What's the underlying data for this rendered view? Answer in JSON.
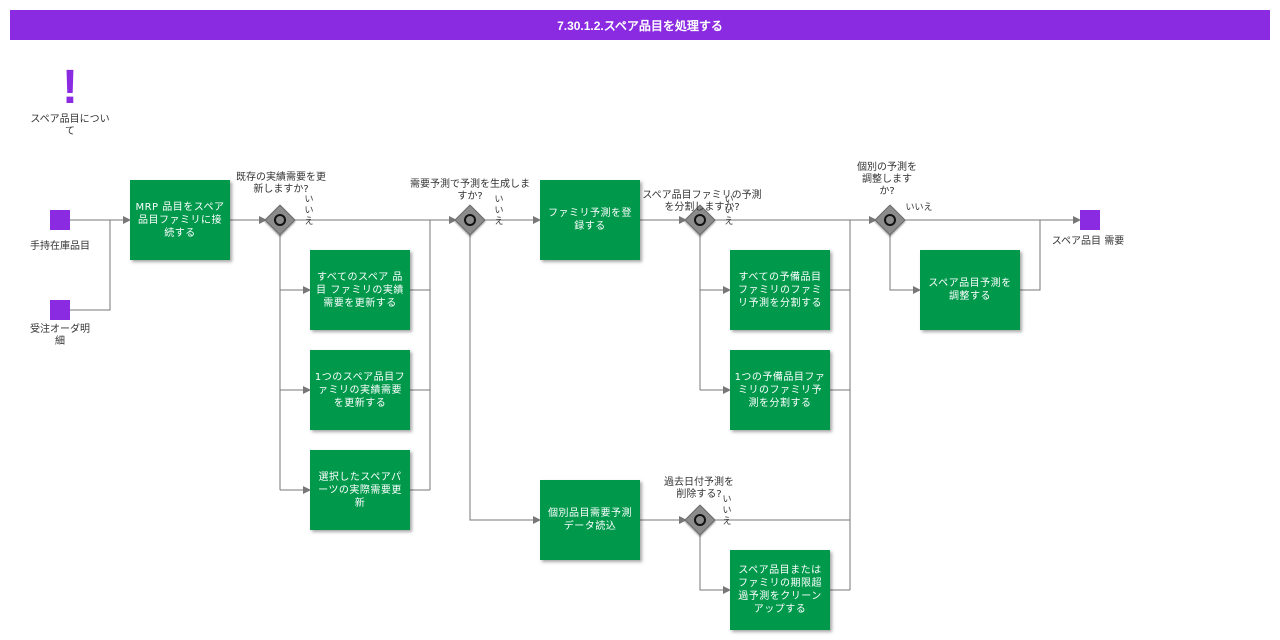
{
  "title": "7.30.1.2.スペア品目を処理する",
  "icon": "exclamation-icon",
  "about": "スペア品目について",
  "events": {
    "onhand": "手持在庫品目",
    "salesorder": "受注オーダ明細",
    "end": "スペア品目 需要"
  },
  "tasks": {
    "t1": "MRP 品目をスペア品目ファミリに接続する",
    "t2": "すべてのスペア 品目 ファミリの実績需要を更新する",
    "t3": "1つのスペア品目ファミリの実績需要を更新する",
    "t4": "選択したスペアパーツの実際需要更新",
    "t5": "ファミリ予測を登録する",
    "t6": "すべての予備品目ファミリのファミリ予測を分割する",
    "t7": "1つの予備品目ファミリのファミリ予測を分割する",
    "t8": "個別品目需要予測データ読込",
    "t9": "スペア品目またはファミリの期限超過予測をクリーンアップする",
    "t10": "スペア品目予測を調整する"
  },
  "gateways": {
    "g1": "既存の実績需要を更新しますか?",
    "g2": "需要予測で予測を生成しますか?",
    "g3": "スペア品目ファミリの予測を分割しますか?",
    "g4": "過去日付予測を削除する?",
    "g5": "個別の予測を調整しますか?"
  },
  "no": "いいえ",
  "colors": {
    "title_bg": "#8a2be2",
    "task": "#00994c",
    "event": "#8a2be2",
    "gateway": "#8c8c8c",
    "connector": "#777777"
  }
}
